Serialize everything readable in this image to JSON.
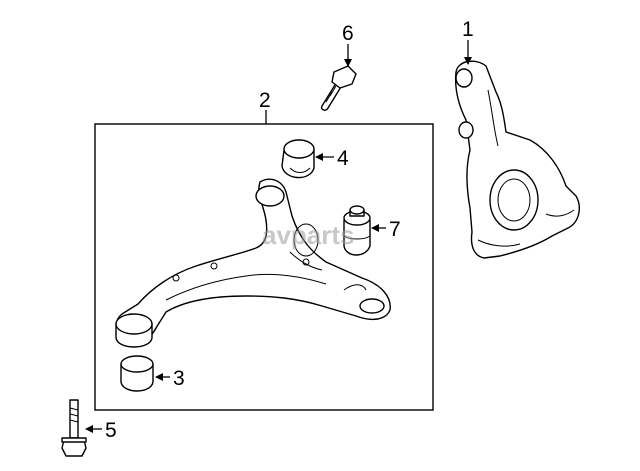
{
  "callouts": {
    "c1": "1",
    "c2": "2",
    "c3": "3",
    "c4": "4",
    "c5": "5",
    "c6": "6",
    "c7": "7"
  },
  "watermark": "avparts"
}
